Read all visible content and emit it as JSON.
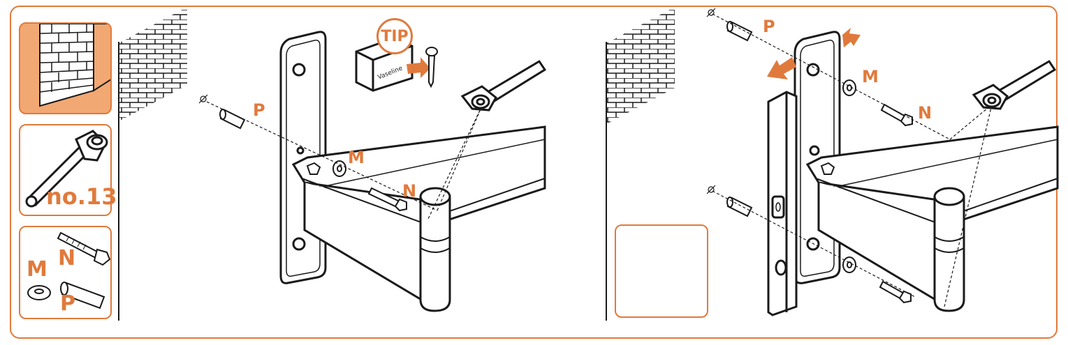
{
  "tip": {
    "label": "TIP",
    "product": "Vaseline"
  },
  "tools": {
    "wrench_size": "no.13"
  },
  "parts": {
    "washer": "M",
    "screw": "N",
    "plug": "P"
  },
  "colors": {
    "accent": "#e07a3c",
    "wall_fill": "#f2a873",
    "line": "#1a1a1a"
  },
  "icons": [
    "brick-wall-icon",
    "socket-wrench-icon",
    "washer-icon",
    "screw-icon",
    "wall-plug-icon",
    "spirit-level-icon",
    "drill-mark-icon",
    "direction-arrow-icon",
    "vaseline-jar-icon"
  ]
}
